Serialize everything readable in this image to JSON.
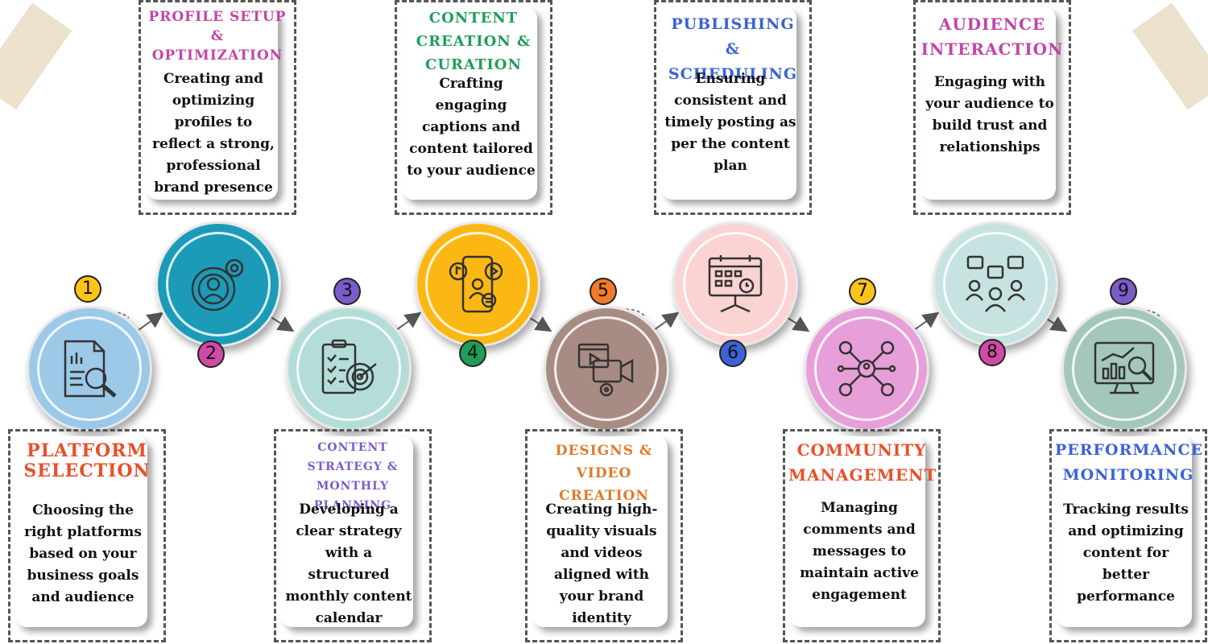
{
  "colors": {
    "step1": "#e8502a",
    "step2": "#c145a8",
    "step3": "#7b5cc9",
    "step4": "#1f9e5a",
    "step5": "#e07a2a",
    "step6": "#3b63d6",
    "step7": "#e8502a",
    "step8": "#c145a8",
    "step9": "#3b63d6"
  },
  "steps": [
    {
      "number": "1",
      "title": "PLATFORM SELECTION",
      "desc": "Choosing the right platforms based on your business goals and audience",
      "icon": "document-search-icon"
    },
    {
      "number": "2",
      "title": "PROFILE SETUP & OPTIMIZATION",
      "desc": "Creating and optimizing profiles to reflect a strong, professional brand presence",
      "icon": "user-gear-icon"
    },
    {
      "number": "3",
      "title": "CONTENT STRATEGY & MONTHLY PLANNING",
      "desc": "Developing a clear strategy with a structured monthly content calendar",
      "icon": "checklist-target-icon"
    },
    {
      "number": "4",
      "title": "CONTENT CREATION & CURATION",
      "desc": "Crafting engaging captions and content tailored to your audience",
      "icon": "mobile-media-icon"
    },
    {
      "number": "5",
      "title": "DESIGNS & VIDEO CREATION",
      "desc": "Creating high-quality visuals and videos aligned with your brand identity",
      "icon": "video-camera-icon"
    },
    {
      "number": "6",
      "title": "PUBLISHING & SCHEDULING",
      "desc": "Ensuring consistent and timely posting as per the content plan",
      "icon": "calendar-board-icon"
    },
    {
      "number": "7",
      "title": "COMMUNITY MANAGEMENT",
      "desc": "Managing comments and messages to maintain active engagement",
      "icon": "network-people-icon"
    },
    {
      "number": "8",
      "title": "AUDIENCE INTERACTION",
      "desc": "Engaging with your audience to build trust and relationships",
      "icon": "people-chat-icon"
    },
    {
      "number": "9",
      "title": "PERFORMANCE MONITORING",
      "desc": "Tracking results and optimizing content for better performance",
      "icon": "analytics-monitor-icon"
    }
  ]
}
